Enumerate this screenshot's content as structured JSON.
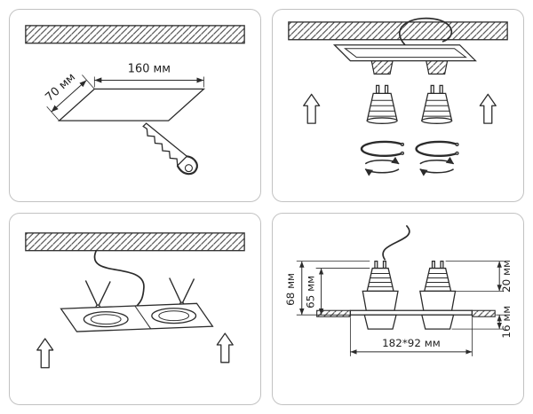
{
  "colors": {
    "background": "#ffffff",
    "panel_border": "#c2c2c2",
    "line": "#2b2b2b"
  },
  "step1": {
    "dim_width": "160 мм",
    "dim_depth": "70 мм"
  },
  "step4": {
    "dim_height_overall": "68 мм",
    "dim_height_body": "65 мм",
    "dim_height_top": "20 мм",
    "dim_height_trim": "16 мм",
    "dim_footprint": "182*92 мм"
  }
}
